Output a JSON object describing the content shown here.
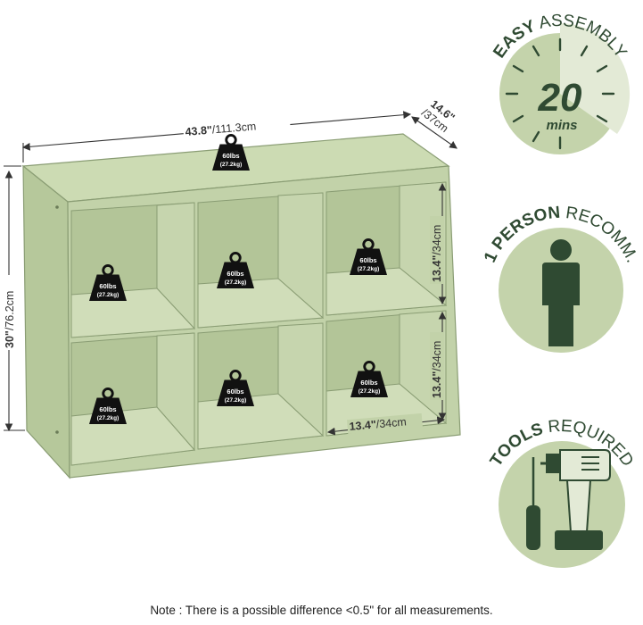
{
  "dimensions": {
    "width_in": "43.8\"",
    "width_cm": "/111.3cm",
    "depth_in": "14.6\"",
    "depth_cm": "/37cm",
    "height_in": "30\"",
    "height_cm": "/76.2cm",
    "cube_height_in": "13.4\"",
    "cube_height_cm": "/34cm",
    "cube_width_in": "13.4\"",
    "cube_width_cm": "/34cm"
  },
  "weight_badge": {
    "lbs": "60lbs",
    "kg": "(27.2kg)"
  },
  "badges": {
    "assembly": {
      "bold": "EASY",
      "light": "ASSEMBLY",
      "number": "20",
      "unit": "mins"
    },
    "person": {
      "bold": "1 PERSON",
      "light": "RECOMM."
    },
    "tools": {
      "bold": "TOOLS",
      "light": "REQUIRED"
    }
  },
  "note": "Note : There is a possible difference <0.5\" for all measurements.",
  "colors": {
    "panel": "#c2d2a9",
    "panel_dark": "#a9bd8e",
    "edge": "#8a9d74",
    "badge_bg": "#c4d3ab",
    "badge_light": "#e3ead6",
    "badge_dark": "#2f4a32",
    "ink": "#333333"
  }
}
